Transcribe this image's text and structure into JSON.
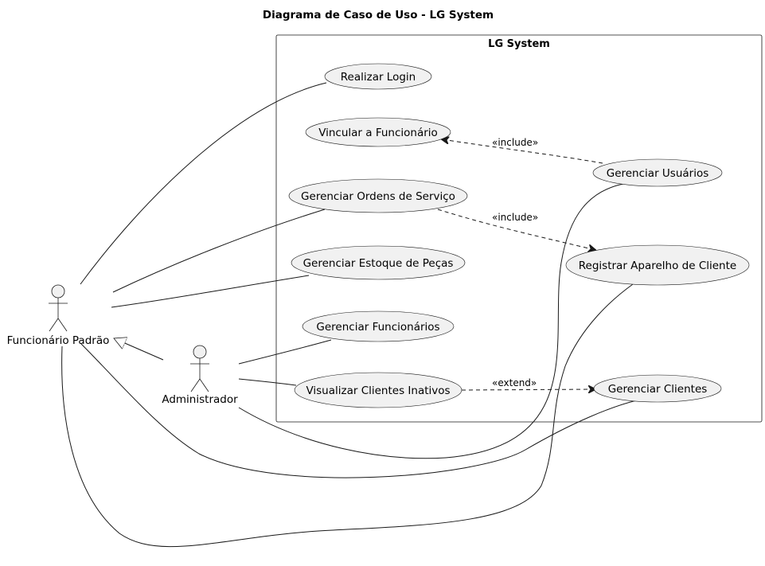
{
  "diagram": {
    "title": "Diagrama de Caso de Uso - LG System",
    "system_label": "LG System",
    "actors": {
      "funcionario": "Funcionário Padrão",
      "administrador": "Administrador"
    },
    "use_cases": {
      "login": "Realizar Login",
      "vincular": "Vincular a Funcionário",
      "usuarios": "Gerenciar Usuários",
      "ordens": "Gerenciar Ordens de Serviço",
      "registrar": "Registrar Aparelho de Cliente",
      "estoque": "Gerenciar Estoque de Peças",
      "funcionarios": "Gerenciar Funcionários",
      "inativos": "Visualizar Clientes Inativos",
      "clientes": "Gerenciar Clientes"
    },
    "relations": {
      "include_1": "«include»",
      "include_2": "«include»",
      "extend_1": "«extend»"
    }
  }
}
